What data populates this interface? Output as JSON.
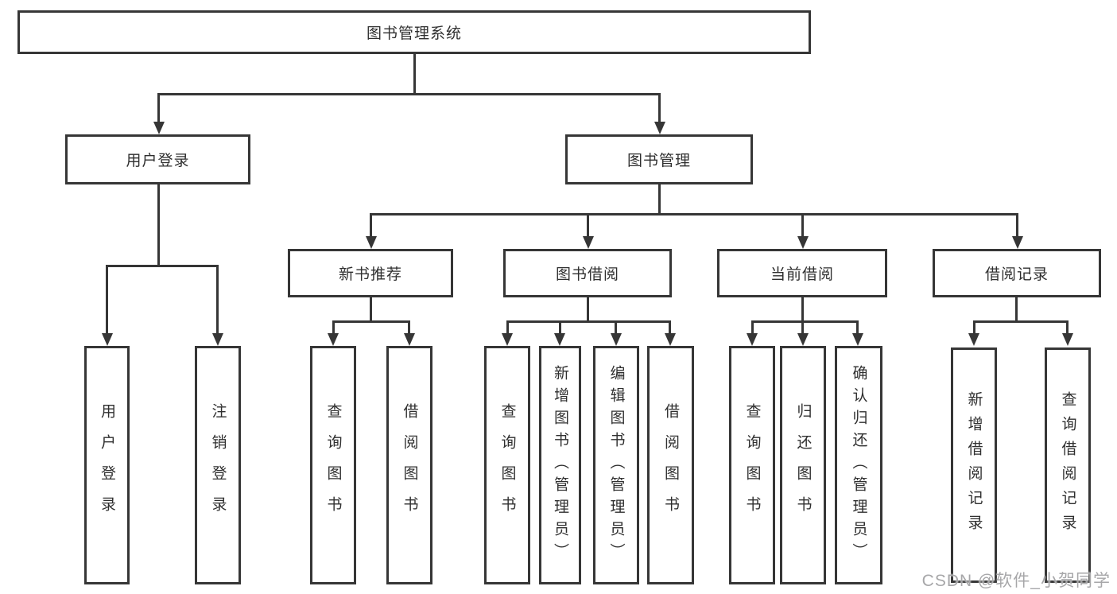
{
  "diagram": {
    "watermark": "CSDN @软件_小贺同学",
    "nodes": {
      "root": {
        "label": "图书管理系统"
      },
      "login": {
        "label": "用户登录"
      },
      "mgmt": {
        "label": "图书管理"
      },
      "newbook": {
        "label": "新书推荐"
      },
      "borrow": {
        "label": "图书借阅"
      },
      "current": {
        "label": "当前借阅"
      },
      "records": {
        "label": "借阅记录"
      },
      "login_user": {
        "label": "用户登录"
      },
      "login_logout": {
        "label": "注销登录"
      },
      "newbook_query": {
        "label": "查询图书"
      },
      "newbook_borrow": {
        "label": "借阅图书"
      },
      "borrow_query": {
        "label": "查询图书"
      },
      "borrow_add": {
        "label": "新增图书（管理员）"
      },
      "borrow_edit": {
        "label": "编辑图书（管理员）"
      },
      "borrow_do": {
        "label": "借阅图书"
      },
      "current_query": {
        "label": "查询图书"
      },
      "current_return": {
        "label": "归还图书"
      },
      "current_confirm": {
        "label": "确认归还（管理员）"
      },
      "records_add": {
        "label": "新增借阅记录"
      },
      "records_query": {
        "label": "查询借阅记录"
      }
    }
  }
}
